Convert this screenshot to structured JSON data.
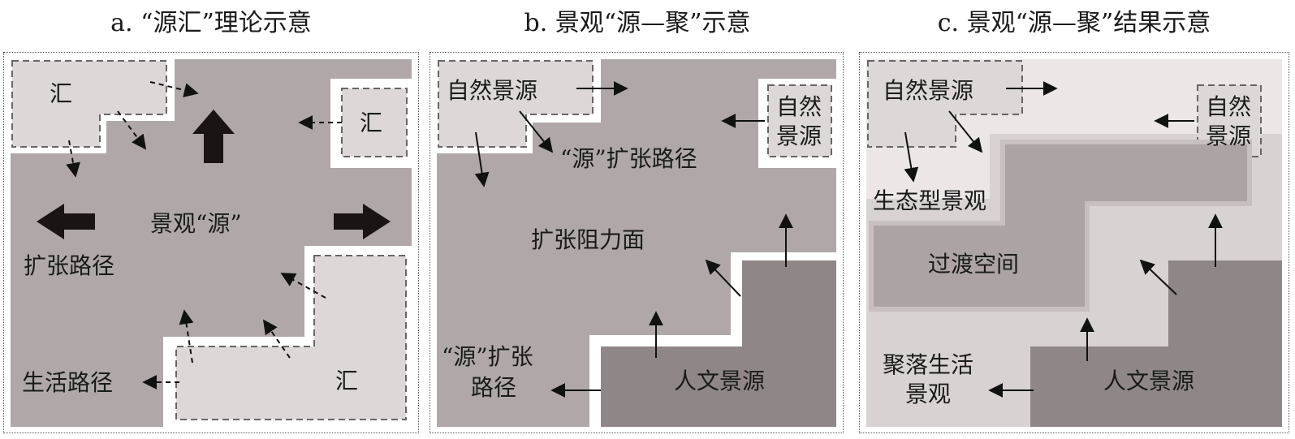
{
  "panels": [
    {
      "title": "a. “源汇”理论示意",
      "labels": {
        "sink_tl": "汇",
        "sink_tr": "汇",
        "sink_br": "汇",
        "source": "景观“源”",
        "expand": "扩张路径",
        "life": "生活路径"
      }
    },
    {
      "title": "b. 景观“源—聚”示意",
      "labels": {
        "natural_tl": "自然景源",
        "natural_tr_1": "自然",
        "natural_tr_2": "景源",
        "source_path": "“源”扩张路径",
        "resistance": "扩张阻力面",
        "source_path2_1": "“源”扩张",
        "source_path2_2": "路径",
        "human": "人文景源"
      }
    },
    {
      "title": "c. 景观“源—聚”结果示意",
      "labels": {
        "natural_tl": "自然景源",
        "natural_tr_1": "自然",
        "natural_tr_2": "景源",
        "eco": "生态型景观",
        "transition": "过渡空间",
        "settle_1": "聚落生活",
        "settle_2": "景观",
        "human": "人文景源"
      }
    }
  ]
}
